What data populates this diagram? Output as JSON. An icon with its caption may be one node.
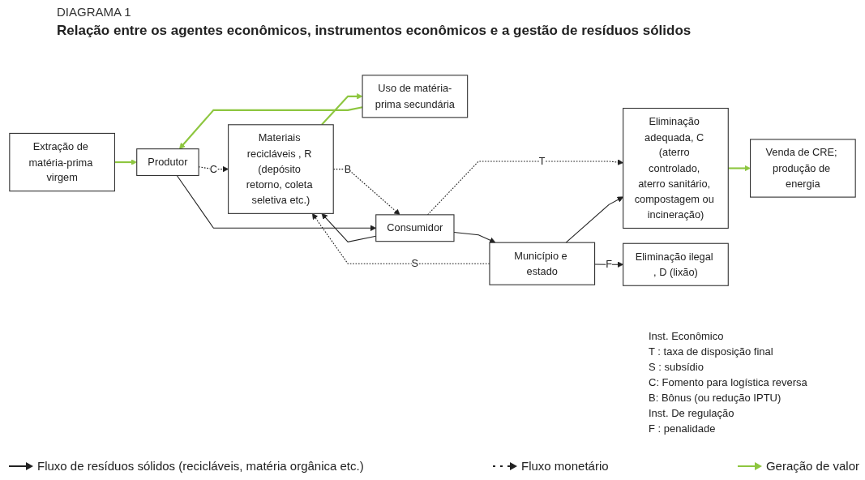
{
  "diagram": {
    "title": "Relação entre os agentes econômicos, instrumentos econômicos e a gestão de resíduos sólidos",
    "nodes": [
      {
        "text": [
          "Extração de matéria-prima virgem"
        ]
      },
      {
        "text": [
          "Uso de matéria-prima secundária"
        ]
      },
      {
        "text": [
          "Produtor"
        ]
      },
      {
        "text": [
          "Materiais recicláveis , R (depósito retorno, coleta seletiva etc.)"
        ]
      },
      {
        "text": [
          "Consumidor"
        ]
      },
      {
        "text": [
          "Eliminação adequada, C (aterro controlado, aterro sanitário, compostagem ou incineração)"
        ]
      },
      {
        "text": [
          "Venda de CRE; produção de energia"
        ]
      },
      {
        "text": [
          "Município e estado"
        ]
      },
      {
        "text": [
          "Eliminação ilegal , D (lixão)"
        ]
      }
    ],
    "edges": [
      {
        "from": 0,
        "to": 2,
        "arrow": "to",
        "color": "#8dc63f"
      },
      {
        "from": 1,
        "to": 2,
        "arrow": "to",
        "color": "#8dc63f"
      },
      {
        "from": 3,
        "to": 1,
        "arrow": "to",
        "color": "#8dc63f"
      },
      {
        "from": 2,
        "to": 3,
        "arrow": "to",
        "style": "dashed",
        "label": "C"
      },
      {
        "from": 3,
        "to": 4,
        "arrow": "to",
        "style": "dashed",
        "label": "B"
      },
      {
        "from": 2,
        "to": 4,
        "arrow": "to"
      },
      {
        "from": 4,
        "to": 3,
        "arrow": "to"
      },
      {
        "from": 4,
        "to": 5,
        "arrow": "to",
        "style": "dashed",
        "label": "T"
      },
      {
        "from": 7,
        "to": 3,
        "arrow": "to",
        "style": "dashed",
        "label": "S"
      },
      {
        "from": 4,
        "to": 7,
        "arrow": "to"
      },
      {
        "from": 7,
        "to": 5,
        "arrow": "to"
      },
      {
        "from": 7,
        "to": 8,
        "arrow": "to",
        "label": "F"
      },
      {
        "from": 5,
        "to": 6,
        "arrow": "to",
        "color": "#8dc63f"
      }
    ],
    "labels": [
      "DIAGRAMA 1",
      "Inst. Econômico",
      "T : taxa de disposição final",
      "S : subsídio",
      "C: Fomento para logística reversa",
      "B: Bônus (ou redução IPTU)",
      "Inst. De regulação",
      "F : penalidade"
    ],
    "legend": [
      {
        "text": "Fluxo de resíduos sólidos (recicláveis, matéria orgânica etc.)"
      },
      {
        "text": "Fluxo monetário"
      },
      {
        "text": "Geração de valor"
      }
    ]
  }
}
